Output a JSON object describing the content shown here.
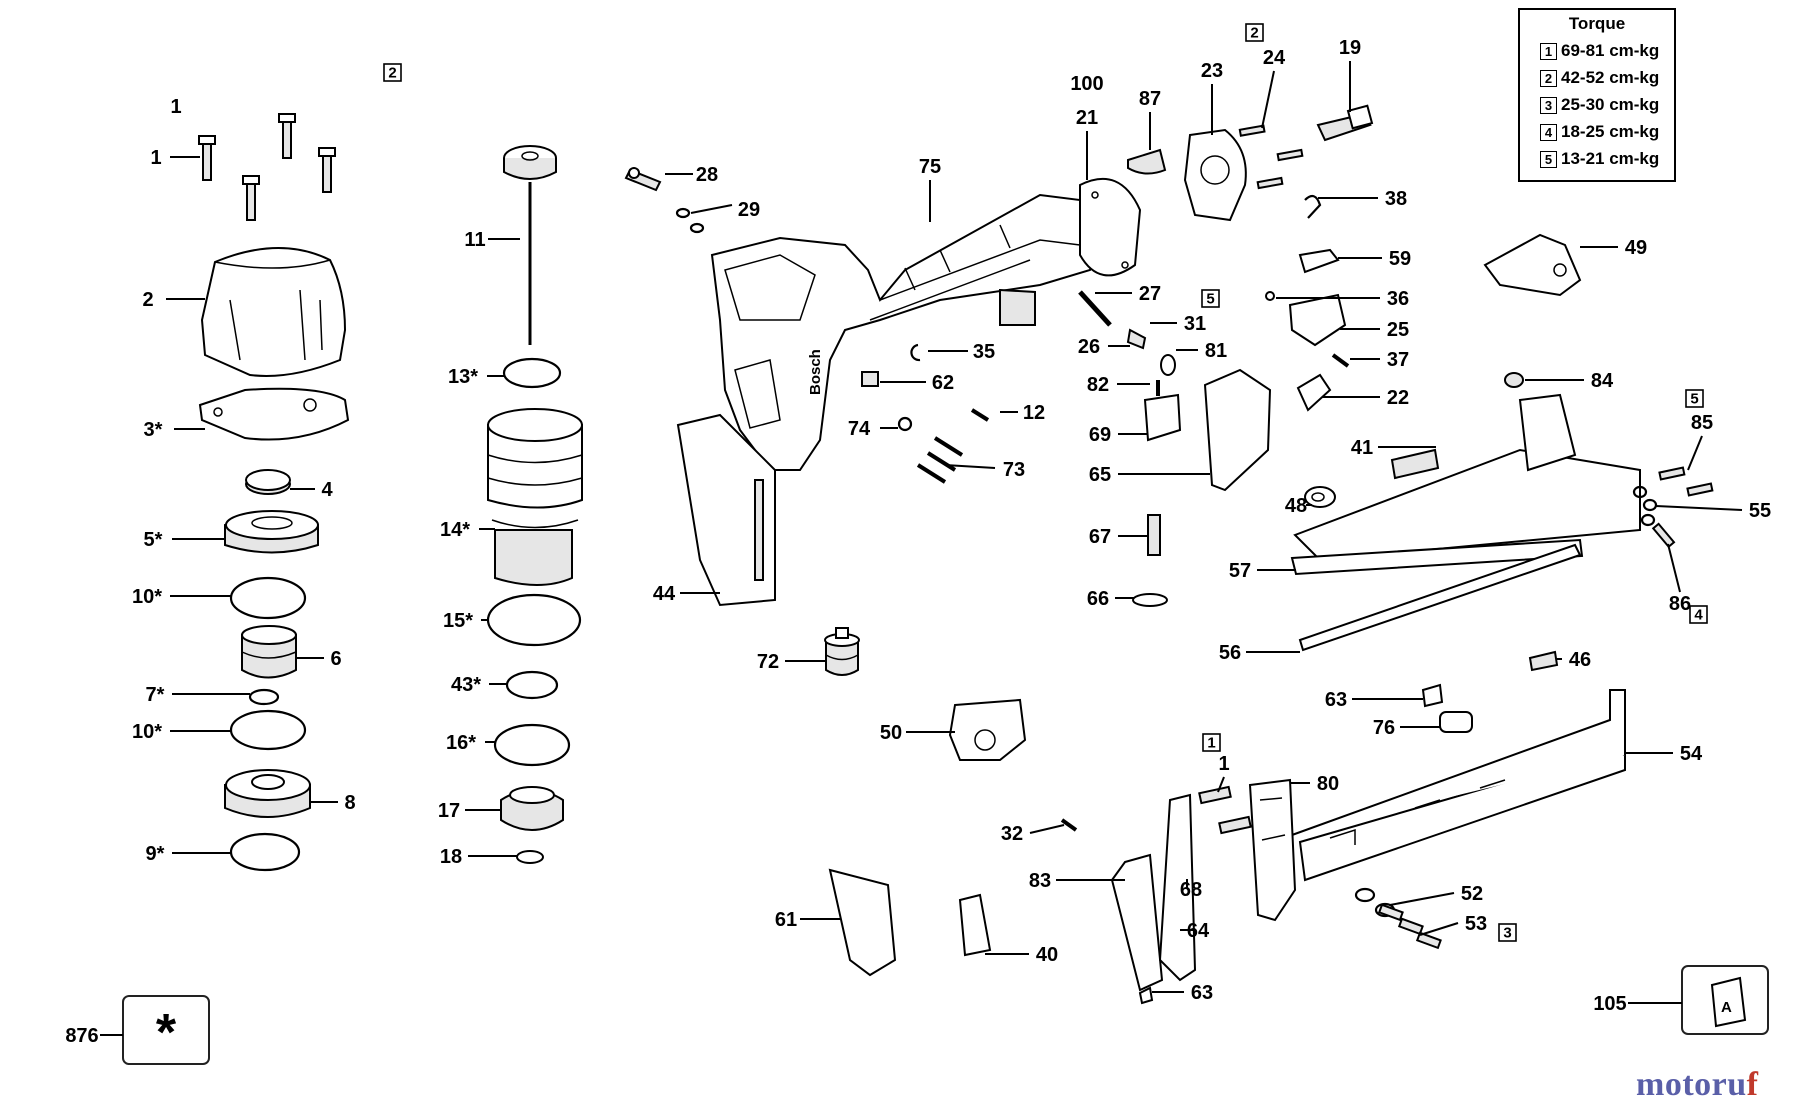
{
  "torque": {
    "title": "Torque",
    "rows": [
      {
        "code": "1",
        "value": "69-81 cm-kg"
      },
      {
        "code": "2",
        "value": "42-52 cm-kg"
      },
      {
        "code": "3",
        "value": "25-30 cm-kg"
      },
      {
        "code": "4",
        "value": "18-25 cm-kg"
      },
      {
        "code": "5",
        "value": "13-21 cm-kg"
      }
    ]
  },
  "brand": {
    "prefix": "motoru",
    "suffix": "f"
  },
  "side_text": "Bosch",
  "labels": [
    "1",
    "1",
    "2",
    "3*",
    "4",
    "5*",
    "10*",
    "6",
    "7*",
    "10*",
    "8",
    "9*",
    "11",
    "13*",
    "14*",
    "15*",
    "43*",
    "16*",
    "17",
    "18",
    "28",
    "29",
    "75",
    "44",
    "72",
    "50",
    "35",
    "62",
    "74",
    "12",
    "73",
    "100",
    "21",
    "87",
    "23",
    "24",
    "19",
    "38",
    "59",
    "36",
    "25",
    "37",
    "22",
    "27",
    "31",
    "26",
    "81",
    "82",
    "69",
    "65",
    "67",
    "66",
    "49",
    "84",
    "85",
    "41",
    "48",
    "55",
    "57",
    "86",
    "56",
    "46",
    "63",
    "76",
    "54",
    "1",
    "80",
    "32",
    "83",
    "68",
    "64",
    "63",
    "61",
    "40",
    "52",
    "53",
    "105",
    "876"
  ],
  "torque_boxes": [
    "2",
    "2",
    "5",
    "5",
    "4",
    "1",
    "3"
  ]
}
